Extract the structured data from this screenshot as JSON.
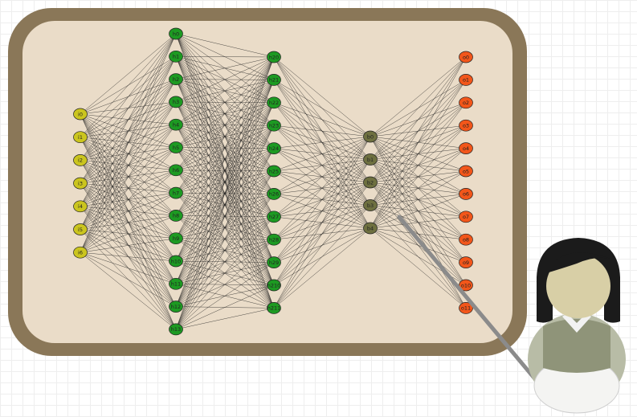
{
  "board": {
    "frame_color": "#8a7758",
    "surface_color": "#eadcc8"
  },
  "colors": {
    "input": "#cbc51e",
    "hidden1": "#1d9a22",
    "hidden2": "#1d9a22",
    "bottleneck": "#6e7040",
    "output": "#f2561a",
    "edge": "#1a1a1a",
    "pointer": "#8b8b8b"
  },
  "network": {
    "layers": [
      {
        "id": "input",
        "color_key": "input",
        "labels": [
          "i0",
          "i1",
          "i2",
          "i3",
          "i4",
          "i5",
          "i6"
        ]
      },
      {
        "id": "hidden1",
        "color_key": "hidden1",
        "labels": [
          "h0",
          "h1",
          "h2",
          "h3",
          "h4",
          "h5",
          "h6",
          "h7",
          "h8",
          "h9",
          "h10",
          "h11",
          "h12",
          "h13"
        ]
      },
      {
        "id": "hidden2",
        "color_key": "hidden2",
        "labels": [
          "h20",
          "h21",
          "h22",
          "h23",
          "h24",
          "h25",
          "h26",
          "h27",
          "h28",
          "h29",
          "h210",
          "h211"
        ]
      },
      {
        "id": "bottleneck",
        "color_key": "bottleneck",
        "labels": [
          "b0",
          "b1",
          "b2",
          "b3",
          "b4"
        ]
      },
      {
        "id": "output",
        "color_key": "output",
        "labels": [
          "o0",
          "o1",
          "o2",
          "o3",
          "o4",
          "o5",
          "o6",
          "o7",
          "o8",
          "o9",
          "o10",
          "o11"
        ]
      }
    ]
  },
  "presenter": {
    "hair_color": "#1b1b1b",
    "skin_color": "#d8cfa6",
    "vest_color": "#8f9479",
    "shirt_color": "#f2f2f2"
  }
}
